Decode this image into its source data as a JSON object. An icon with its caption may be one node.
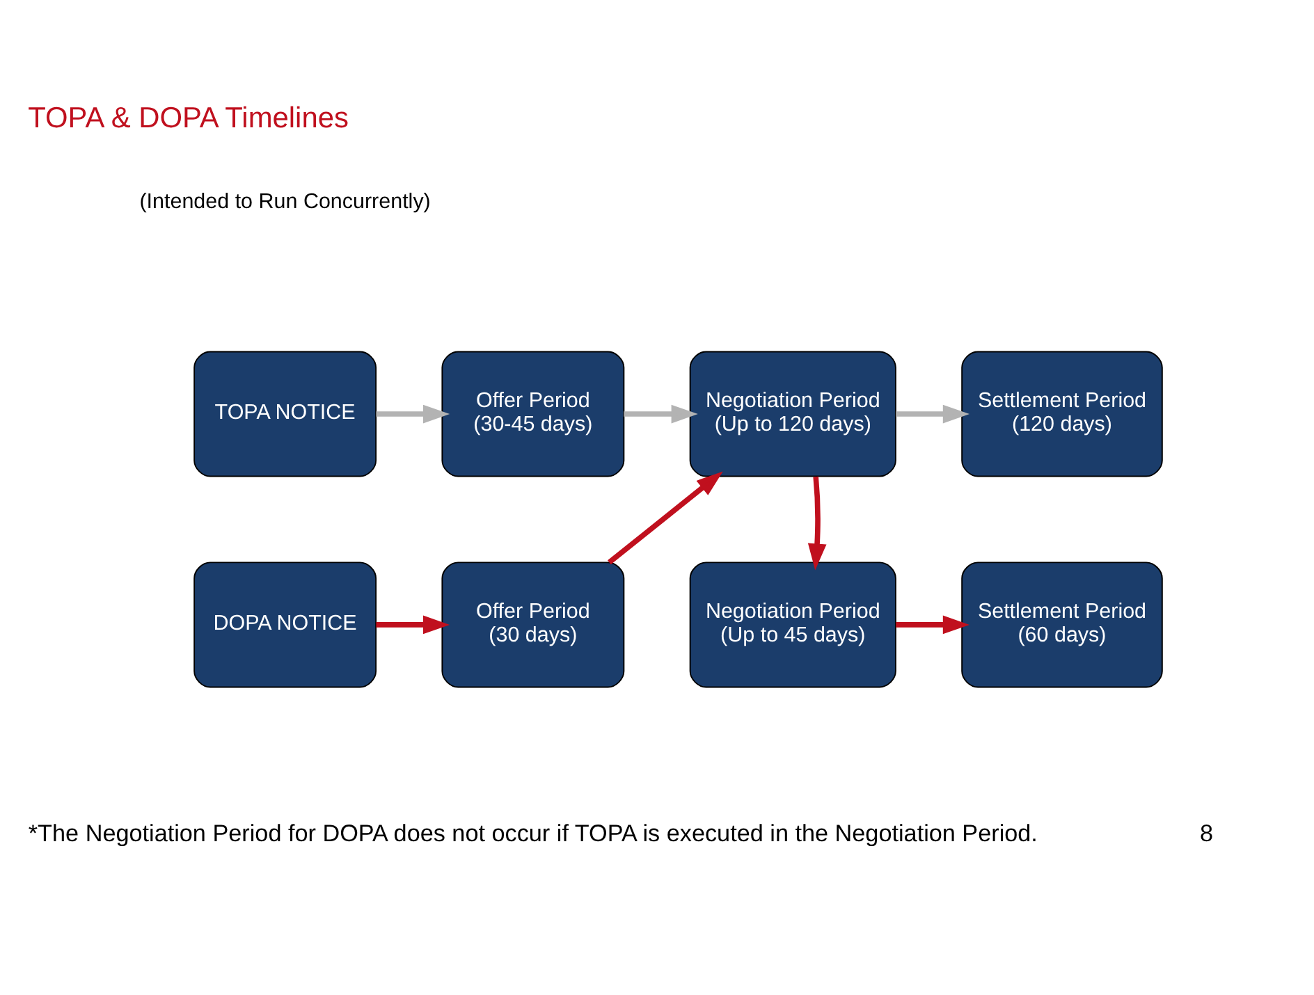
{
  "diagram": {
    "title": "TOPA & DOPA Timelines",
    "nodes": [
      {
        "text": [
          "TOPA NOTICE"
        ]
      },
      {
        "text": [
          "Offer Period",
          "(30-45 days)"
        ]
      },
      {
        "text": [
          "Negotiation Period",
          "(Up to 120 days)"
        ]
      },
      {
        "text": [
          "Settlement Period",
          "(120 days)"
        ]
      },
      {
        "text": [
          "DOPA NOTICE"
        ]
      },
      {
        "text": [
          "Offer Period",
          "(30 days)"
        ]
      },
      {
        "text": [
          "Negotiation Period",
          "(Up to 45 days)"
        ]
      },
      {
        "text": [
          "Settlement Period",
          "(60 days)"
        ]
      }
    ],
    "edges": [
      {
        "from": 0,
        "to": 1,
        "arrow": "to",
        "color": "#b3b3b3"
      },
      {
        "from": 1,
        "to": 2,
        "arrow": "to",
        "color": "#b3b3b3"
      },
      {
        "from": 2,
        "to": 3,
        "arrow": "to",
        "color": "#b3b3b3"
      },
      {
        "from": 4,
        "to": 5,
        "arrow": "to"
      },
      {
        "from": 5,
        "to": 2,
        "arrow": "to"
      },
      {
        "from": 2,
        "to": 6,
        "arrow": "to"
      },
      {
        "from": 6,
        "to": 7,
        "arrow": "to"
      }
    ],
    "labels": [
      "(Intended to Run Concurrently)",
      "*The Negotiation Period for DOPA does not occur if TOPA is executed in the Negotiation Period.",
      "8"
    ]
  }
}
